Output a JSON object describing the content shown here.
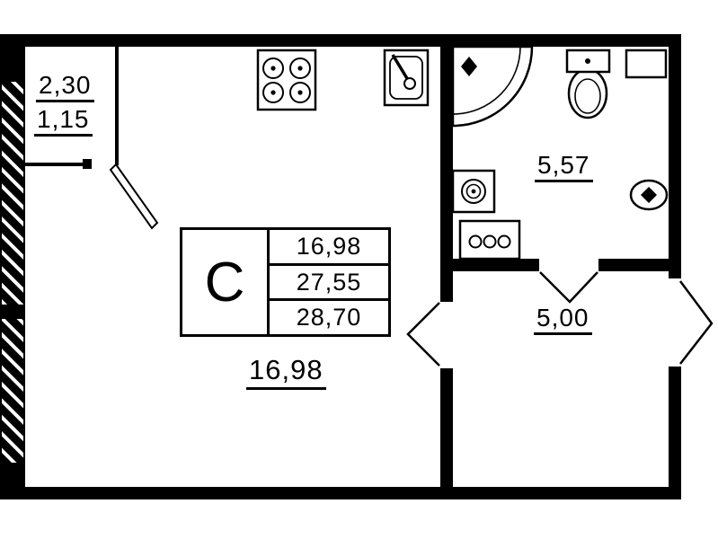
{
  "unit_table": {
    "type_letter": "С",
    "areas": [
      "16,98",
      "27,55",
      "28,70"
    ]
  },
  "labels": {
    "living_room_area": "16,98",
    "bathroom_area": "5,57",
    "hallway_area": "5,00",
    "balcony_area_full": "2,30",
    "balcony_area_reduced": "1,15"
  },
  "colors": {
    "wall": "#000000",
    "background": "#ffffff",
    "text": "#000000"
  },
  "icons": [
    "stove-icon",
    "kitchen-sink-icon",
    "shower-icon",
    "toilet-icon",
    "vent-shaft",
    "washing-machine-icon",
    "washbasin-icon",
    "towel-radiator-icon",
    "window-icon",
    "door-swing"
  ]
}
